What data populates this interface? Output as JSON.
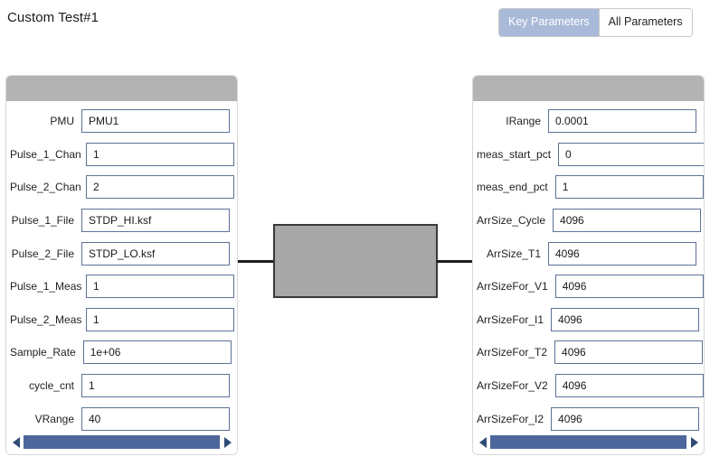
{
  "header": {
    "title": "Custom Test#1",
    "toggle": {
      "options": [
        {
          "label": "Key Parameters",
          "active": true
        },
        {
          "label": "All Parameters",
          "active": false
        }
      ]
    }
  },
  "colors": {
    "panel_header": "#b3b3b3",
    "input_border": "#5d7296",
    "scrollbar_thumb": "#4d669b",
    "scrollbar_arrow": "#2f4b78",
    "toggle_active_bg": "#a9bad9",
    "device_fill": "#a8a8a8",
    "device_stroke": "#3a3a3a"
  },
  "left_panel": {
    "fields": [
      {
        "label": "PMU",
        "value": "PMU1"
      },
      {
        "label": "Pulse_1_Chan",
        "value": "1"
      },
      {
        "label": "Pulse_2_Chan",
        "value": "2"
      },
      {
        "label": "Pulse_1_File",
        "value": "STDP_HI.ksf"
      },
      {
        "label": "Pulse_2_File",
        "value": "STDP_LO.ksf"
      },
      {
        "label": "Pulse_1_Meas",
        "value": "1"
      },
      {
        "label": "Pulse_2_Meas",
        "value": "1"
      },
      {
        "label": "Sample_Rate",
        "value": "1e+06"
      },
      {
        "label": "cycle_cnt",
        "value": "1"
      },
      {
        "label": "VRange",
        "value": "40"
      }
    ],
    "scrollbar": {
      "left_arrow": "◀",
      "right_arrow": "▶"
    }
  },
  "right_panel": {
    "fields": [
      {
        "label": "IRange",
        "value": "0.0001"
      },
      {
        "label": "meas_start_pct",
        "value": "0"
      },
      {
        "label": "meas_end_pct",
        "value": "1"
      },
      {
        "label": "ArrSize_Cycle",
        "value": "4096"
      },
      {
        "label": "ArrSize_T1",
        "value": "4096"
      },
      {
        "label": "ArrSizeFor_V1",
        "value": "4096"
      },
      {
        "label": "ArrSizeFor_I1",
        "value": "4096"
      },
      {
        "label": "ArrSizeFor_T2",
        "value": "4096"
      },
      {
        "label": "ArrSizeFor_V2",
        "value": "4096"
      },
      {
        "label": "ArrSizeFor_I2",
        "value": "4096"
      }
    ],
    "scrollbar": {
      "left_arrow": "◀",
      "right_arrow": "▶"
    }
  },
  "diagram": {
    "device_name": "device-under-test-symbol",
    "left_terminal": "left-lead",
    "right_terminal": "right-lead"
  }
}
